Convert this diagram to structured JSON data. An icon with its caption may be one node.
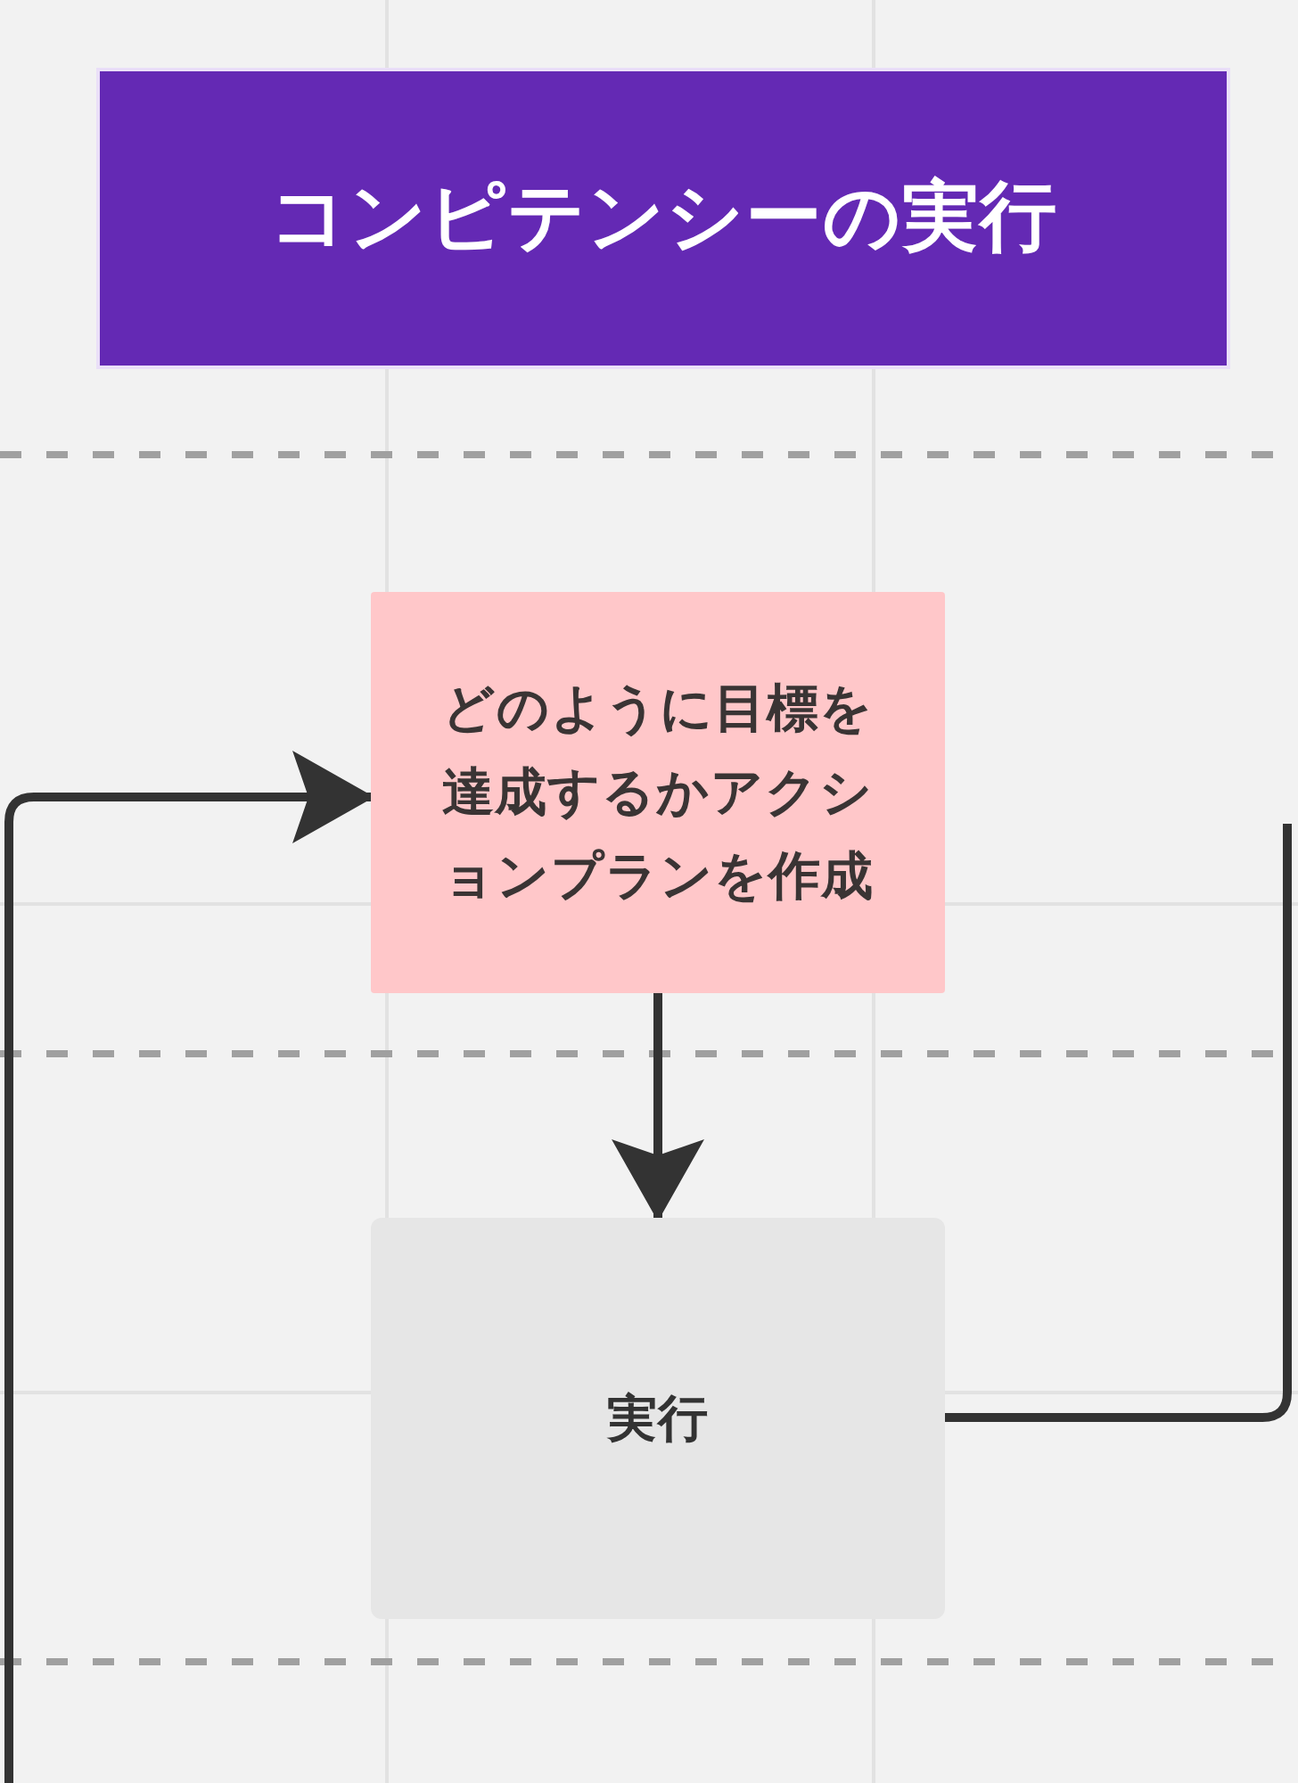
{
  "diagram": {
    "nodes": [
      {
        "text": [
          "コンピテンシーの実行"
        ]
      },
      {
        "text": [
          "どのように目標を達成するかアクションプランを作成"
        ]
      },
      {
        "text": [
          "実行"
        ]
      }
    ],
    "edges": [
      {
        "from": 1,
        "to": 2,
        "arrow": "to"
      },
      {
        "from": 2,
        "to": null,
        "arrow": "none"
      },
      {
        "from": null,
        "to": 1,
        "arrow": "to"
      }
    ]
  }
}
